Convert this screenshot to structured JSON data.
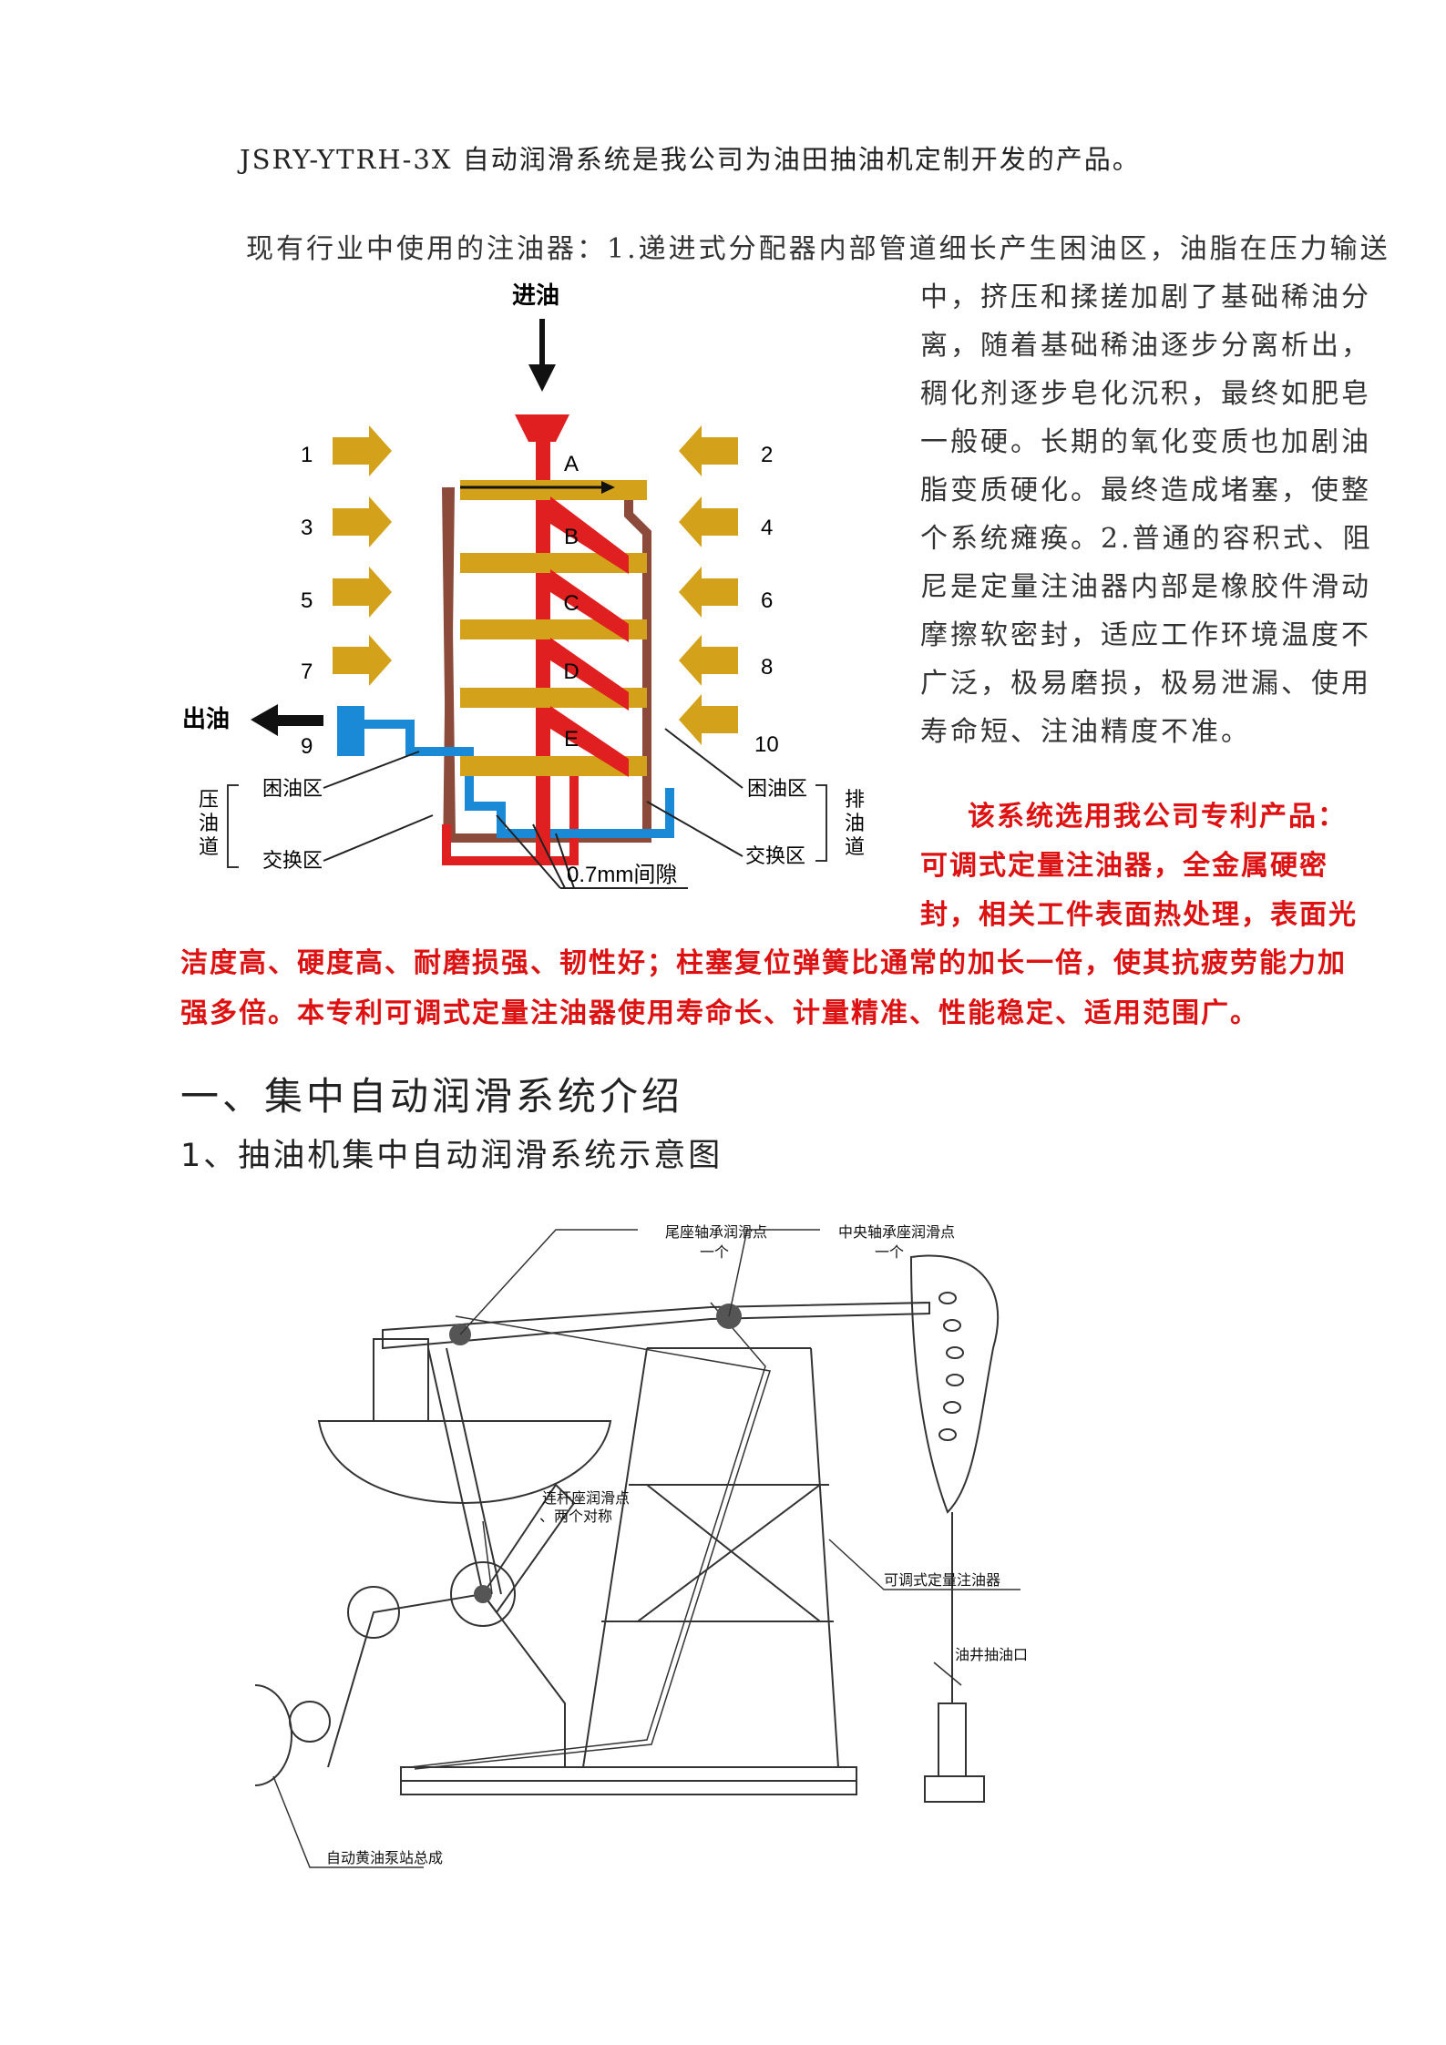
{
  "intro": {
    "line1": "JSRY-YTRH-3X 自动润滑系统是我公司为油田抽油机定制开发的产品。",
    "line2": "现有行业中使用的注油器：1.递进式分配器内部管道细长产生困油区，油脂在压力输送",
    "wrap_lines": [
      "中，挤压和揉搓加剧了基础稀油分",
      "离，随着基础稀油逐步分离析出，",
      "稠化剂逐步皂化沉积，最终如肥皂",
      "一般硬。长期的氧化变质也加剧油",
      "脂变质硬化。最终造成堵塞，使整",
      "个系统瘫痪。2.普通的容积式、阻",
      "尼是定量注油器内部是橡胶件滑动",
      "摩擦软密封，适应工作环境温度不",
      "广泛，极易磨损，极易泄漏、使用",
      "寿命短、注油精度不准。"
    ]
  },
  "patent": {
    "col_lines": [
      "该系统选用我公司专利产品：",
      "可调式定量注油器，全金属硬密",
      "封，相关工件表面热处理，表面光"
    ],
    "full_lines": [
      "洁度高、硬度高、耐磨损强、韧性好；柱塞复位弹簧比通常的加长一倍，使其抗疲劳能力加",
      "强多倍。本专利可调式定量注油器使用寿命长、计量精准、性能稳定、适用范围广。"
    ]
  },
  "headings": {
    "h1": "一、集中自动润滑系统介绍",
    "h2": "1、抽油机集中自动润滑系统示意图"
  },
  "diagram1": {
    "inlet_label": "进油",
    "outlet_label": "出油",
    "ports_left": [
      "1",
      "3",
      "5",
      "7",
      "9"
    ],
    "ports_right": [
      "2",
      "4",
      "6",
      "8",
      "10"
    ],
    "pistons": [
      "A",
      "B",
      "C",
      "D",
      "E"
    ],
    "left_labels": {
      "trap": "困油区",
      "exchange": "交换区",
      "side": "压油道"
    },
    "right_labels": {
      "trap": "困油区",
      "exchange": "交换区",
      "side": "排油道"
    },
    "gap_label": "0.7mm间隙",
    "colors": {
      "pressure": "#e02020",
      "return": "#8b4a3a",
      "outlet": "#1a8ad6",
      "port": "#d4a21a"
    }
  },
  "diagram2": {
    "labels": {
      "tail_bearing": "尾座轴承润滑点",
      "tail_count": "一个",
      "center_bearing": "中央轴承座润滑点",
      "center_count": "一个",
      "conrod": "连杆座润滑点",
      "conrod_count": "、两个对称",
      "injector": "可调式定量注油器",
      "wellhead": "油井抽油口",
      "pump_station": "自动黄油泵站总成"
    }
  }
}
